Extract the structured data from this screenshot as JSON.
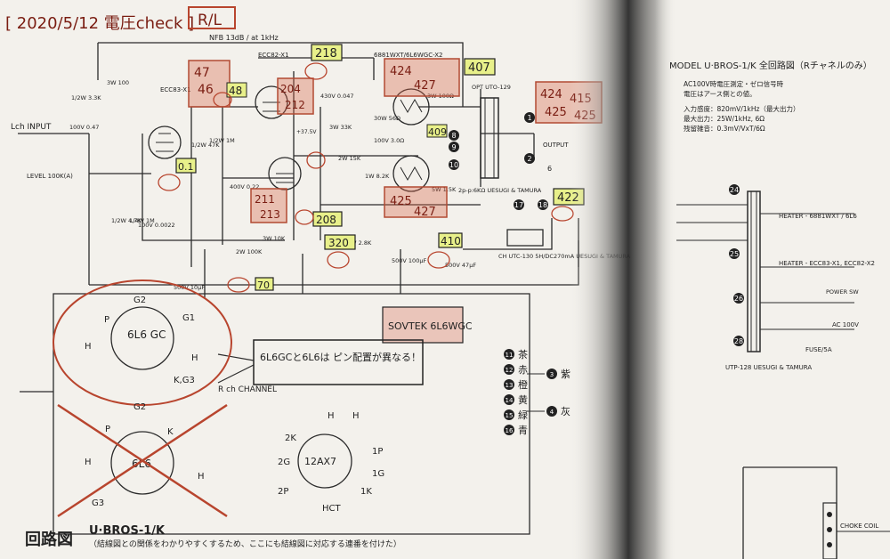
{
  "header": {
    "date_note": "[ 2020/5/12 電圧check ]",
    "rl_tag": "R/L"
  },
  "model": {
    "title": "MODEL U·BROS-1/K 全回路図（Rチャネルのみ）",
    "conditions": [
      "AC100V時電圧測定・ゼロ信号時",
      "電圧はアース側との値。"
    ],
    "specs": [
      "入力感度：820mV/1kHz（最大出力）",
      "最大出力：25W/1kHz, 6Ω",
      "残留雑音：0.3mV/VxT/6Ω"
    ]
  },
  "circuit": {
    "nfb": "NFB 13dB / at 1kHz",
    "input_label": "Lch INPUT",
    "level_label": "LEVEL 100K(A)",
    "output_label": "OUTPUT",
    "r_channel": "R ch CHANNEL",
    "opt_label": "OPT UTO-129",
    "opt_maker": "2p-p:6KΩ UESUGI & TAMURA",
    "choke": "CH UTC-130 5H/DC270mA UESUGI & TAMURA",
    "ptrans": "UTP-128 UESUGI & TAMURA",
    "heater1": "HEATER - 6881WXT / 6L6",
    "heater2": "HEATER - ECC83-X1, ECC82-X2",
    "ac_in": "AC 100V",
    "fuse": "FUSE/5A",
    "power_sw": "POWER SW",
    "tube_labels": [
      "ECC83-X1",
      "ECC82-X1",
      "6881WXT/6L6WGC-X2"
    ],
    "component_values": [
      "100V 0.47",
      "1/2W 3.3K",
      "3W 100",
      "3W 10K",
      "2W 100K",
      "1/2W 4.7K",
      "500V 10μF",
      "3W 2.8K",
      "400V 0.22",
      "1/4W 1M",
      "3W 100Ω",
      "430V 0.047",
      "100V 3.0Ω",
      "30W 56Ω",
      "5W 1.5K",
      "3W 33K",
      "2W 15K",
      "1W 8.2K",
      "1/2W 47K",
      "1/2W 1M",
      "100V 0.0022",
      "500V 100μF",
      "500V 47μF"
    ]
  },
  "measurements": {
    "v218": "218",
    "v407": "407",
    "v424a": "424",
    "v427": "427",
    "v424b": "424",
    "v415": "415",
    "v425a": "425",
    "v425b": "425",
    "v47": "47",
    "v46": "46",
    "v48": "48",
    "v204": "204",
    "v212": "212",
    "v211": "211",
    "v213": "213",
    "v208": "208",
    "v425c": "425",
    "v427b": "427",
    "v422": "422",
    "v409": "409",
    "v320": "320",
    "v410": "410",
    "v01": "0.1",
    "v70": "70",
    "v375": "+37.5V",
    "v6": "6"
  },
  "notes": {
    "sovtek": "SOVTEK 6L6WGC",
    "comparison": "6L6GCと6L6は ピン配置が異なる！",
    "tube_6l6gc": "6L6 GC",
    "tube_6l6": "6L6",
    "tube_12ax7": "12AX7"
  },
  "pins_6l6gc": [
    "G2",
    "P",
    "H",
    "K,G3",
    "H",
    "G1"
  ],
  "pins_6l6": [
    "G2",
    "P",
    "H",
    "G3",
    "K",
    "H"
  ],
  "pins_12ax7": [
    "H",
    "H",
    "2K",
    "2G",
    "2P",
    "1P",
    "1G",
    "1K",
    "HCT"
  ],
  "color_table": [
    {
      "num": "11",
      "color": "茶"
    },
    {
      "num": "12",
      "color": "赤"
    },
    {
      "num": "13",
      "color": "橙"
    },
    {
      "num": "14",
      "color": "黄"
    },
    {
      "num": "15",
      "color": "緑"
    },
    {
      "num": "16",
      "color": "青"
    }
  ],
  "color_table_right": [
    {
      "num": "3",
      "color": "紫"
    },
    {
      "num": "4",
      "color": "灰"
    }
  ],
  "footer": {
    "label": "回路図",
    "model": "U·BROS-1/K",
    "note": "（結線図との関係をわかりやすくするため、ここにも結線図に対応する連番を付けた）"
  },
  "right_page": {
    "choke_coil": "CHOKE COIL"
  },
  "colors": {
    "paper": "#f3f1ec",
    "ink": "#2b2b2b",
    "red_pen": "#b8452e",
    "highlight": "#e8f08a",
    "shadow": "#2a2a2a"
  }
}
